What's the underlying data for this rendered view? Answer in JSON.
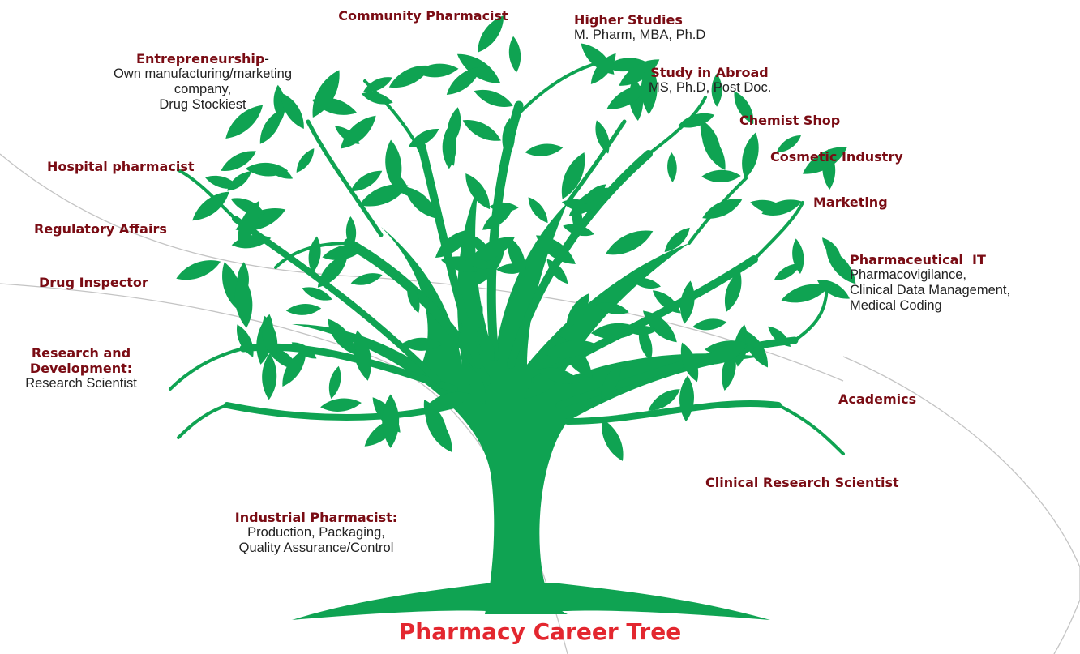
{
  "colors": {
    "tree": "#0fa352",
    "title": "#e3272f",
    "label_title": "#7a0c14",
    "curve": "#c4c4c4"
  },
  "title": "Pharmacy Career Tree",
  "labels": {
    "community": {
      "title": "Community Pharmacist"
    },
    "higher": {
      "title": "Higher Studies",
      "desc": [
        "M. Pharm, MBA, Ph.D"
      ]
    },
    "entrepreneurship": {
      "title": "Entrepreneurship",
      "suffix": "-",
      "desc": [
        "Own manufacturing/marketing",
        "company,",
        "Drug Stockiest"
      ]
    },
    "abroad": {
      "title": "Study in Abroad",
      "desc": [
        "MS, Ph.D, Post Doc."
      ]
    },
    "chemist": {
      "title": "Chemist Shop"
    },
    "cosmetic": {
      "title": "Cosmetic Industry"
    },
    "hospital": {
      "title": "Hospital pharmacist"
    },
    "marketing": {
      "title": "Marketing"
    },
    "regulatory": {
      "title": "Regulatory Affairs"
    },
    "it": {
      "title": "Pharmaceutical  IT",
      "desc": [
        "Pharmacovigilance,",
        "Clinical Data Management,",
        "Medical Coding"
      ]
    },
    "inspector": {
      "title": "Drug Inspector"
    },
    "rnd": {
      "title": [
        "Research and",
        "Development:"
      ],
      "desc": [
        "Research Scientist"
      ]
    },
    "academics": {
      "title": "Academics"
    },
    "clinical": {
      "title": "Clinical Research Scientist"
    },
    "industrial": {
      "title": "Industrial Pharmacist:",
      "desc": [
        "Production, Packaging,",
        "Quality Assurance/Control"
      ]
    }
  }
}
